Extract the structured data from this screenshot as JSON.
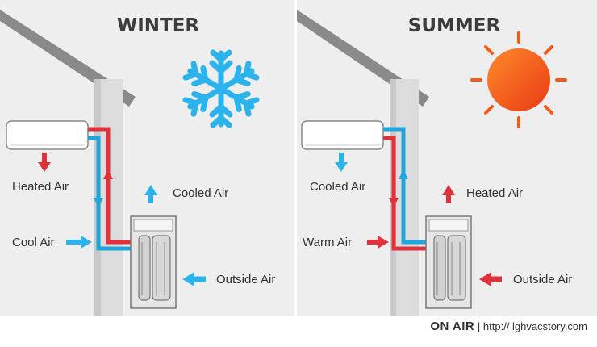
{
  "winter": {
    "title": "WINTER",
    "labels": {
      "indoor_output": "Heated Air",
      "outdoor_output": "Cooled Air",
      "indoor_input": "Cool Air",
      "outdoor_input": "Outside Air"
    },
    "icon": "snowflake-icon"
  },
  "summer": {
    "title": "SUMMER",
    "labels": {
      "indoor_output": "Cooled Air",
      "outdoor_output": "Heated Air",
      "indoor_input": "Warm Air",
      "outdoor_input": "Outside Air"
    },
    "icon": "sun-icon"
  },
  "footer": {
    "brand": "ON AIR",
    "separator": "|",
    "url": "http:// lghvacstory.com"
  },
  "colors": {
    "hot": "#e0323c",
    "cold": "#1fa6dd",
    "sun": "#f25a1c",
    "snow": "#2bb3ee",
    "panel_bg": "#efeeee",
    "roof": "#888888"
  }
}
